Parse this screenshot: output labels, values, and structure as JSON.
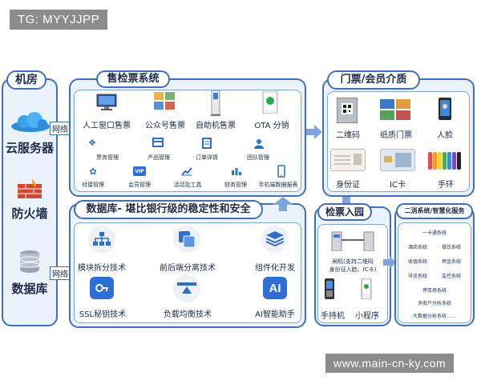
{
  "watermark_top": "TG: MYYJJPP",
  "watermark_bottom": "www.main-cn-ky.com",
  "jifang": {
    "title": "机房",
    "items": [
      "云服务器",
      "防火墙",
      "数据库"
    ],
    "net_labels": [
      "网络",
      "网络"
    ]
  },
  "sales": {
    "title": "售检票系统",
    "top_items": [
      "人工窗口售票",
      "公众号售票",
      "自助机售票",
      "OTA 分销"
    ],
    "mid_items": [
      "票务管理",
      "产品管理",
      "订单详情",
      "团队管理"
    ],
    "bottom_items": [
      "对接管理",
      "会员管理",
      "活动及工具",
      "财务管理",
      "手机端数据报表"
    ]
  },
  "database": {
    "title": "数据库- 堪比银行级的稳定性和安全",
    "items": [
      "模块拆分技术",
      "前后端分离技术",
      "组件化开发",
      "SSL秘钥技术",
      "负载均衡技术",
      "AI智能助手"
    ],
    "ai_icon": "AI"
  },
  "tickets": {
    "title": "门票/会员介质",
    "items": [
      "二维码",
      "纸质门票",
      "人脸",
      "身份证",
      "IC卡",
      "手环"
    ]
  },
  "gate": {
    "title": "检票入园",
    "gate_text_1": "闸机(支持二维码",
    "gate_text_2": "身份证入脸、IC卡)",
    "items": [
      "手持机",
      "小程序"
    ]
  },
  "services": {
    "title": "二消系统/智慧化服务",
    "items": [
      "一卡通系统",
      "酒店系统",
      "餐饮系统",
      "收银系统",
      "押金系统",
      "导览系统",
      "监控系统",
      "停车场系统",
      "多商户分析系统",
      "大数据分析系统……"
    ]
  },
  "colors": {
    "border": "#3f6fc0",
    "panel_bg": "#eaf2fc",
    "icon_blue": "#2d6fd6",
    "arrow": "#7fa5de"
  }
}
